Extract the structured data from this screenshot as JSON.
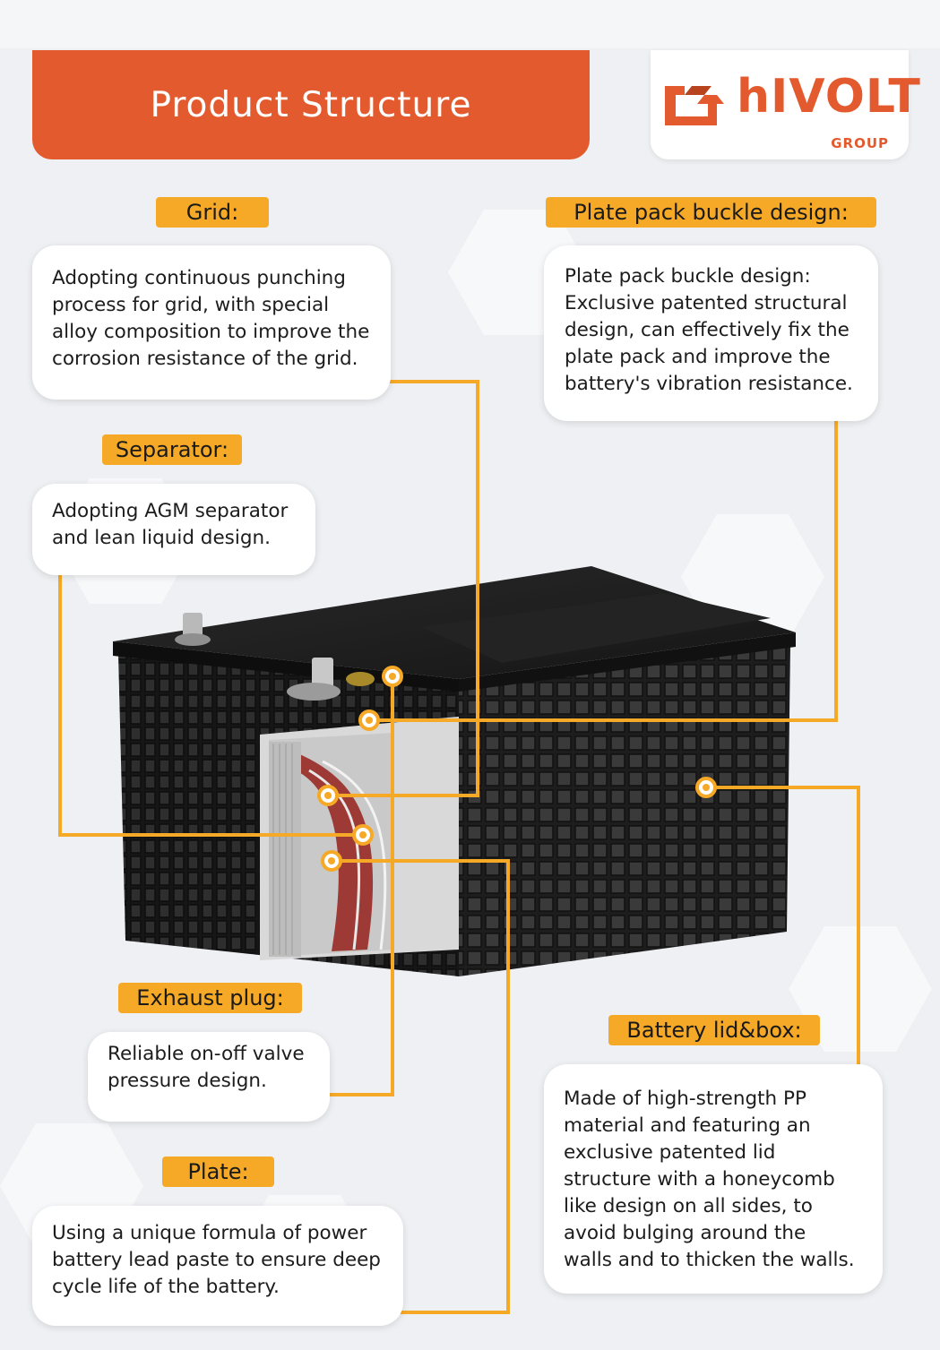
{
  "header": {
    "title": "Product Structure",
    "logo": {
      "word": "hIVOLT",
      "sub": "GROUP",
      "brand_color": "#e35a2e"
    }
  },
  "accent_color": "#f6a926",
  "callouts": {
    "grid": {
      "label": "Grid:",
      "lines": [
        "Adopting continuous punching",
        "process for grid, with special",
        "alloy composition to improve the",
        "corrosion resistance of the grid."
      ]
    },
    "plate_pack": {
      "label": "Plate pack buckle design:",
      "lines": [
        "Plate pack buckle design:",
        "Exclusive patented structural",
        "design, can effectively fix the",
        "plate pack and improve the",
        "battery's vibration resistance."
      ]
    },
    "separator": {
      "label": "Separator:",
      "lines": [
        "Adopting AGM separator",
        "and lean liquid design."
      ]
    },
    "exhaust": {
      "label": "Exhaust plug:",
      "lines": [
        "Reliable on-off valve",
        "pressure design."
      ]
    },
    "lid_box": {
      "label": "Battery lid&box:",
      "lines": [
        "Made of high-strength PP",
        "material and featuring an",
        "exclusive patented lid",
        "structure with a honeycomb",
        "like design on all sides, to",
        "avoid bulging around the",
        "walls and to thicken the walls."
      ]
    },
    "plate": {
      "label": "Plate:",
      "lines": [
        "Using a unique formula of power",
        "battery lead paste to ensure deep",
        "cycle life of the battery."
      ]
    }
  }
}
